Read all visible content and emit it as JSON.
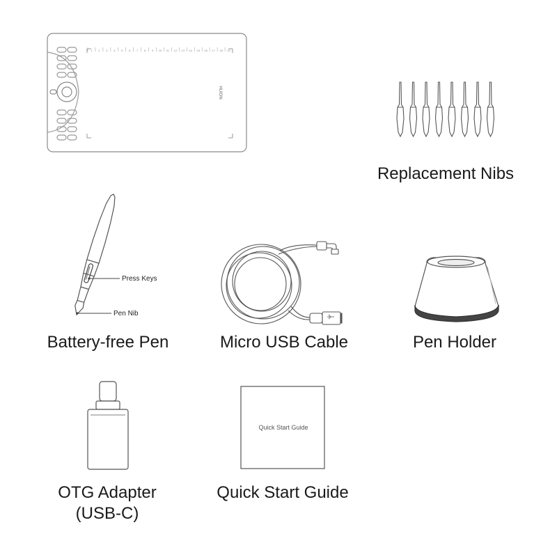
{
  "tablet": {
    "brand": "HUION",
    "ruler": [
      "1",
      "2",
      "3",
      "4",
      "5",
      "6",
      "7",
      "8",
      "9",
      "10",
      "11",
      "12",
      "13",
      "14",
      "15",
      "16",
      "17",
      "18",
      "19"
    ]
  },
  "captions": {
    "nibs": "Replacement Nibs",
    "pen": "Battery-free Pen",
    "cable": "Micro USB Cable",
    "holder": "Pen Holder",
    "otg_line1": "OTG Adapter",
    "otg_line2": "(USB-C)",
    "guide": "Quick Start Guide"
  },
  "pen_callouts": {
    "press_keys": "Press Keys",
    "pen_nib": "Pen Nib"
  },
  "guide_cover_text": "Quick Start Guide"
}
